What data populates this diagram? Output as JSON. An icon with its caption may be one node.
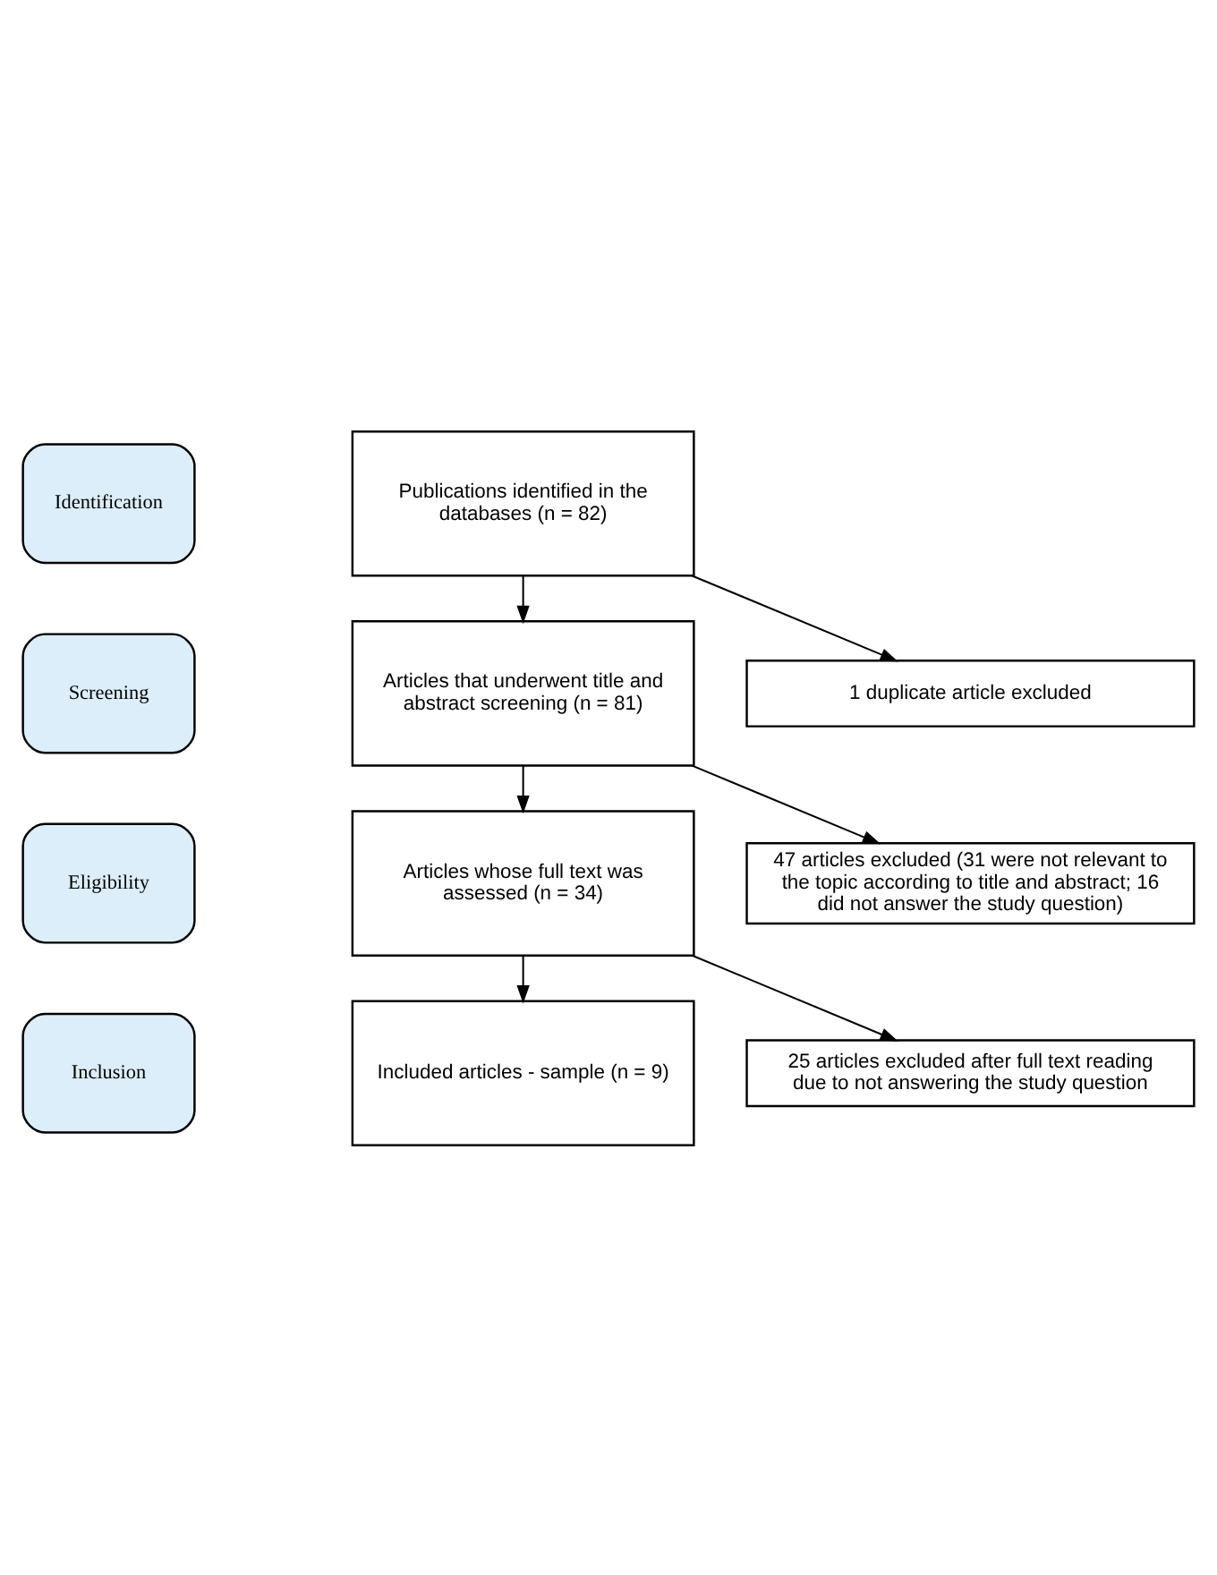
{
  "diagram": {
    "nodes": [
      {
        "text": [
          "Identification"
        ]
      },
      {
        "text": [
          "Publications identified in the databases (n = 82)"
        ]
      },
      {
        "text": [
          "1 duplicate article excluded"
        ]
      },
      {
        "text": [
          "Screening"
        ]
      },
      {
        "text": [
          "Articles that underwent title and abstract screening (n = 81)"
        ]
      },
      {
        "text": [
          "47 articles excluded (31 were not relevant to the topic according to title and abstract; 16 did not answer the study question)"
        ]
      },
      {
        "text": [
          "Eligibility"
        ]
      },
      {
        "text": [
          "Articles whose full text was assessed (n = 34)"
        ]
      },
      {
        "text": [
          "25 articles excluded after full text reading due to not answering the study question"
        ]
      },
      {
        "text": [
          "Inclusion"
        ]
      },
      {
        "text": [
          "Included articles - sample (n = 9)"
        ]
      }
    ],
    "edges": [
      {
        "from": 1,
        "to": 2,
        "arrow": "to"
      },
      {
        "from": 1,
        "to": 4,
        "arrow": "to"
      },
      {
        "from": 4,
        "to": 5,
        "arrow": "to"
      },
      {
        "from": 4,
        "to": 7,
        "arrow": "to"
      },
      {
        "from": 7,
        "to": 8,
        "arrow": "to"
      },
      {
        "from": 7,
        "to": 10,
        "arrow": "to"
      }
    ]
  }
}
